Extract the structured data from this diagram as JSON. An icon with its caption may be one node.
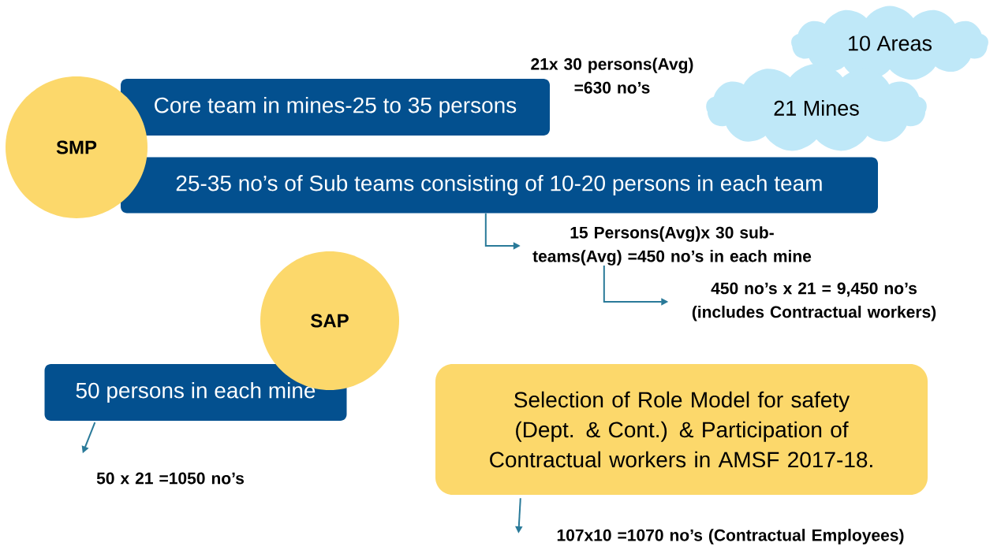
{
  "diagram": {
    "nodes": [
      {
        "text": [
          "10 Areas"
        ]
      },
      {
        "text": [
          "21 Mines"
        ]
      },
      {
        "text": [
          "SMP"
        ]
      },
      {
        "text": [
          "Core team in mines-25 to 35 persons"
        ]
      },
      {
        "text": [
          "25-35 no’s of Sub teams consisting of 10-20 persons in each team"
        ]
      },
      {
        "text": [
          "15 Persons(Avg)x 30 sub-teams(Avg) =450 no’s in each mine"
        ]
      },
      {
        "text": [
          "450 no’s x 21 = 9,450 no’s (includes Contractual workers)"
        ]
      },
      {
        "text": [
          "SAP"
        ]
      },
      {
        "text": [
          "50 persons in each mine"
        ]
      },
      {
        "text": [
          "50 x 21 =1050 no’s"
        ]
      },
      {
        "text": [
          "Selection of Role Model for safety (Dept. & Cont.) & Participation of Contractual workers in AMSF 2017-18."
        ]
      },
      {
        "text": [
          "107x10 =1070 no’s (Contractual Employees)"
        ]
      }
    ],
    "edges": [
      {
        "from": 4,
        "to": 5,
        "arrow": "to"
      },
      {
        "from": 5,
        "to": 6,
        "arrow": "to"
      },
      {
        "from": 8,
        "to": 9,
        "arrow": "to"
      },
      {
        "from": 10,
        "to": 11,
        "arrow": "to"
      }
    ],
    "labels": [
      "21x 30 persons(Avg) =630 no’s"
    ]
  }
}
